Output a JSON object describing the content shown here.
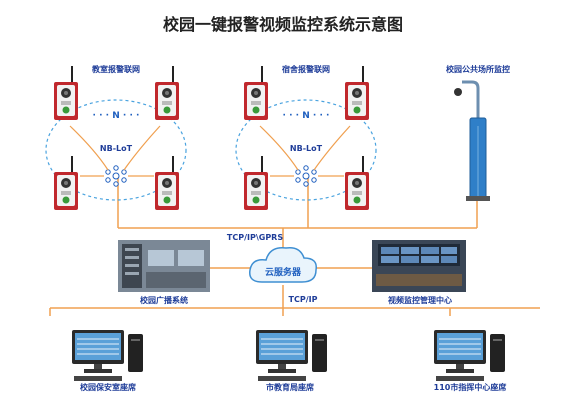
{
  "title": "校园一键报警视频监控系统示意图",
  "groups": {
    "classroom": "教室报警联网",
    "dorm": "宿舍报警联网",
    "public": "校园公共场所监控"
  },
  "network": {
    "n_label": "N",
    "nb_iot": "NB-LoT",
    "tcp_gprs": "TCP/IP\\GPRS",
    "tcp_ip": "TCP/IP",
    "cloud": "云服务器"
  },
  "nodes": {
    "broadcast": "校园广播系统",
    "monitor_center": "视频监控管理中心",
    "security_room": "校园保安室座席",
    "education_bureau": "市教育局座席",
    "command_center": "110市指挥中心座席"
  },
  "colors": {
    "line": "#f0a050",
    "dash": "#4aa3df",
    "device_red": "#c0282d",
    "title": "#222222",
    "label": "#1f3d99",
    "blue_label": "#1f5fbf"
  }
}
